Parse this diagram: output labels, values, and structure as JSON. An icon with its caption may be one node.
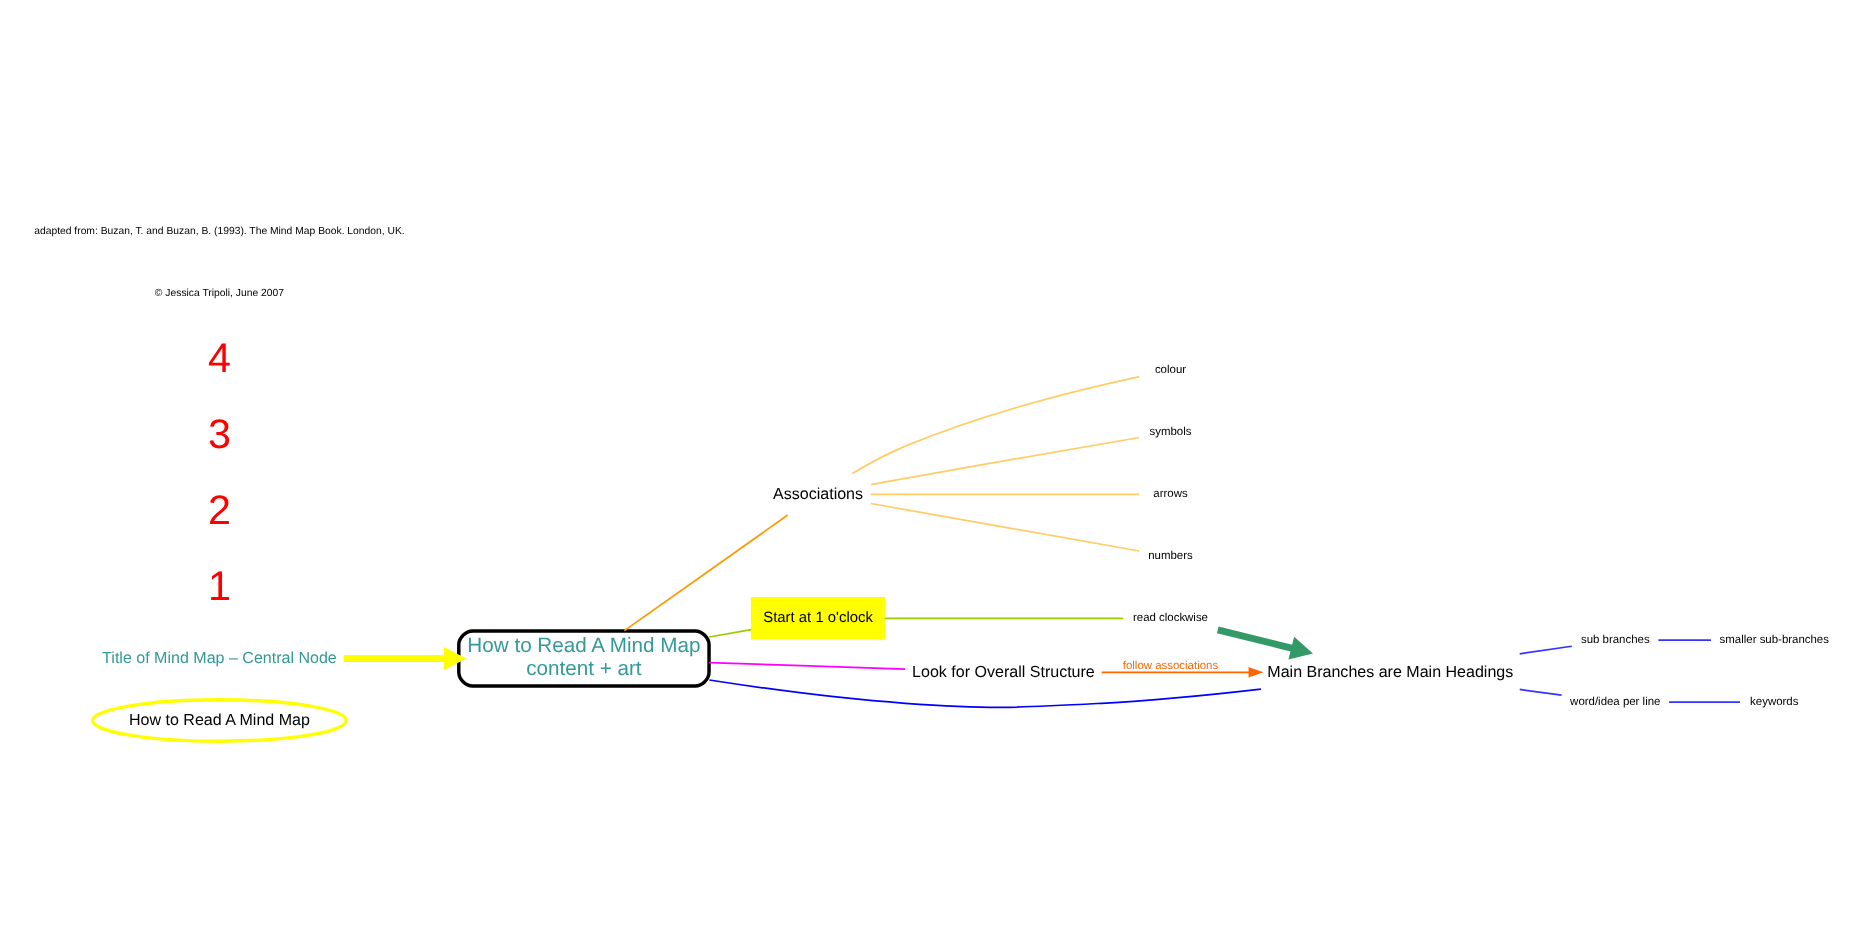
{
  "diagram": {
    "nodes": [
      {
        "text": [
          "How to Read A Mind Map"
        ]
      },
      {
        "text": [
          "Title of Mind Map – Central Node"
        ]
      },
      {
        "text": [
          "How to Read A Mind Map",
          "content + art"
        ]
      },
      {
        "text": [
          "Associations"
        ]
      },
      {
        "text": [
          "colour"
        ]
      },
      {
        "text": [
          "symbols"
        ]
      },
      {
        "text": [
          "arrows"
        ]
      },
      {
        "text": [
          "numbers"
        ]
      },
      {
        "text": [
          "Start at 1 o'clock"
        ]
      },
      {
        "text": [
          "read clockwise"
        ]
      },
      {
        "text": [
          "Look for Overall Structure"
        ]
      },
      {
        "text": [
          "Main Branches are Main Headings"
        ]
      },
      {
        "text": [
          "sub branches"
        ]
      },
      {
        "text": [
          "word/idea per line"
        ]
      },
      {
        "text": [
          "smaller sub-branches"
        ]
      },
      {
        "text": [
          "keywords"
        ]
      }
    ],
    "edges": [
      {
        "from": 1,
        "to": 2,
        "arrow": "to",
        "style": "thick",
        "color": "#ffff00"
      },
      {
        "from": 2,
        "to": 3,
        "arrow": "none",
        "color": "#ff9900"
      },
      {
        "from": 3,
        "to": 4,
        "arrow": "none",
        "color": "#ffcc66"
      },
      {
        "from": 3,
        "to": 5,
        "arrow": "none",
        "color": "#ffcc66"
      },
      {
        "from": 3,
        "to": 6,
        "arrow": "none",
        "color": "#ffcc66"
      },
      {
        "from": 3,
        "to": 7,
        "arrow": "none",
        "color": "#ffcc66"
      },
      {
        "from": 2,
        "to": 8,
        "arrow": "none",
        "color": "#99cc00"
      },
      {
        "from": 8,
        "to": 9,
        "arrow": "none",
        "color": "#99cc00"
      },
      {
        "from": 9,
        "to": 11,
        "arrow": "to",
        "style": "thick",
        "color": "#339966"
      },
      {
        "from": 2,
        "to": 10,
        "arrow": "none",
        "color": "#ff00ff"
      },
      {
        "from": 10,
        "to": 11,
        "arrow": "to",
        "label": "follow associations",
        "color": "#ff6600"
      },
      {
        "from": 2,
        "to": 11,
        "arrow": "none",
        "color": "#0000ff"
      },
      {
        "from": 11,
        "to": 12,
        "arrow": "none",
        "color": "#3333ff"
      },
      {
        "from": 11,
        "to": 13,
        "arrow": "none",
        "color": "#3333ff"
      },
      {
        "from": 12,
        "to": 14,
        "arrow": "none",
        "color": "#3333ff"
      },
      {
        "from": 13,
        "to": 15,
        "arrow": "none",
        "color": "#3333ff"
      }
    ],
    "labels": [
      "1",
      "2",
      "3",
      "4",
      "© Jessica Tripoli, June 2007",
      "adapted from: Buzan, T. and Buzan, B. (1993). The Mind Map Book. London, UK."
    ]
  }
}
